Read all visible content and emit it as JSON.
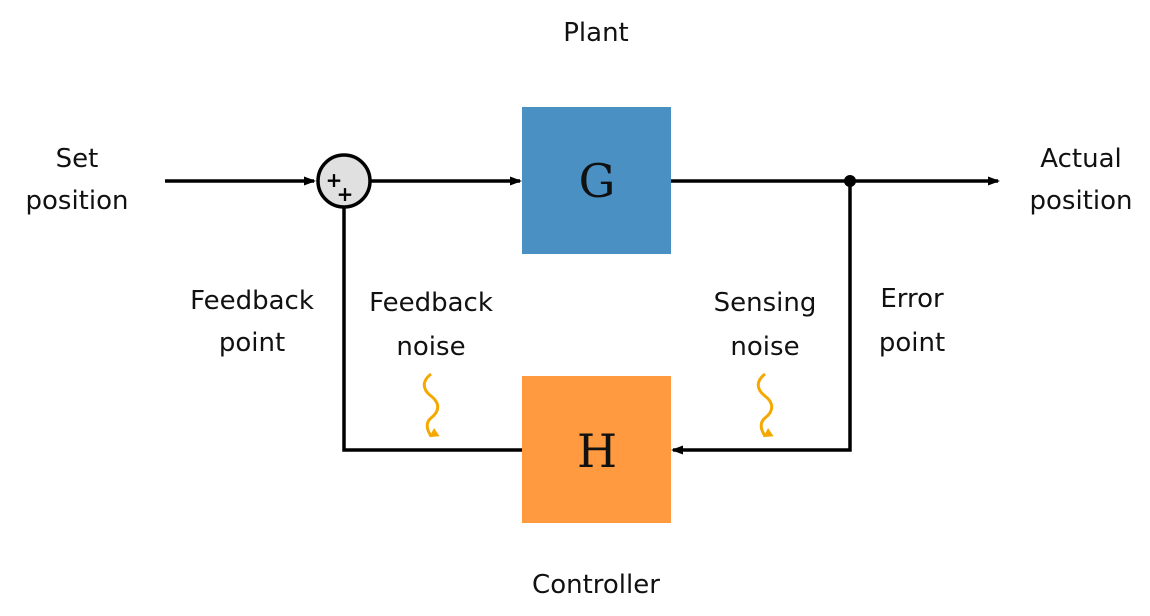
{
  "labels": {
    "plant": "Plant",
    "controller": "Controller",
    "set_position_line1": "Set",
    "set_position_line2": "position",
    "actual_position_line1": "Actual",
    "actual_position_line2": "position",
    "feedback_point_line1": "Feedback",
    "feedback_point_line2": "point",
    "feedback_noise_line1": "Feedback",
    "feedback_noise_line2": "noise",
    "sensing_noise_line1": "Sensing",
    "sensing_noise_line2": "noise",
    "error_point_line1": "Error",
    "error_point_line2": "point"
  },
  "blocks": {
    "plant_letter": "G",
    "controller_letter": "H"
  },
  "summing_junction": {
    "sign_top": "+",
    "sign_bottom": "+"
  },
  "colors": {
    "plant_fill": "#4a90c2",
    "controller_fill": "#ff9a40",
    "noise": "#f5a800",
    "junction_fill": "#e0e0e0",
    "wire": "#000000"
  },
  "icons": {
    "feedback_noise": "wavy-noise-arrow",
    "sensing_noise": "wavy-noise-arrow",
    "summing_junction": "summing-junction-icon"
  }
}
